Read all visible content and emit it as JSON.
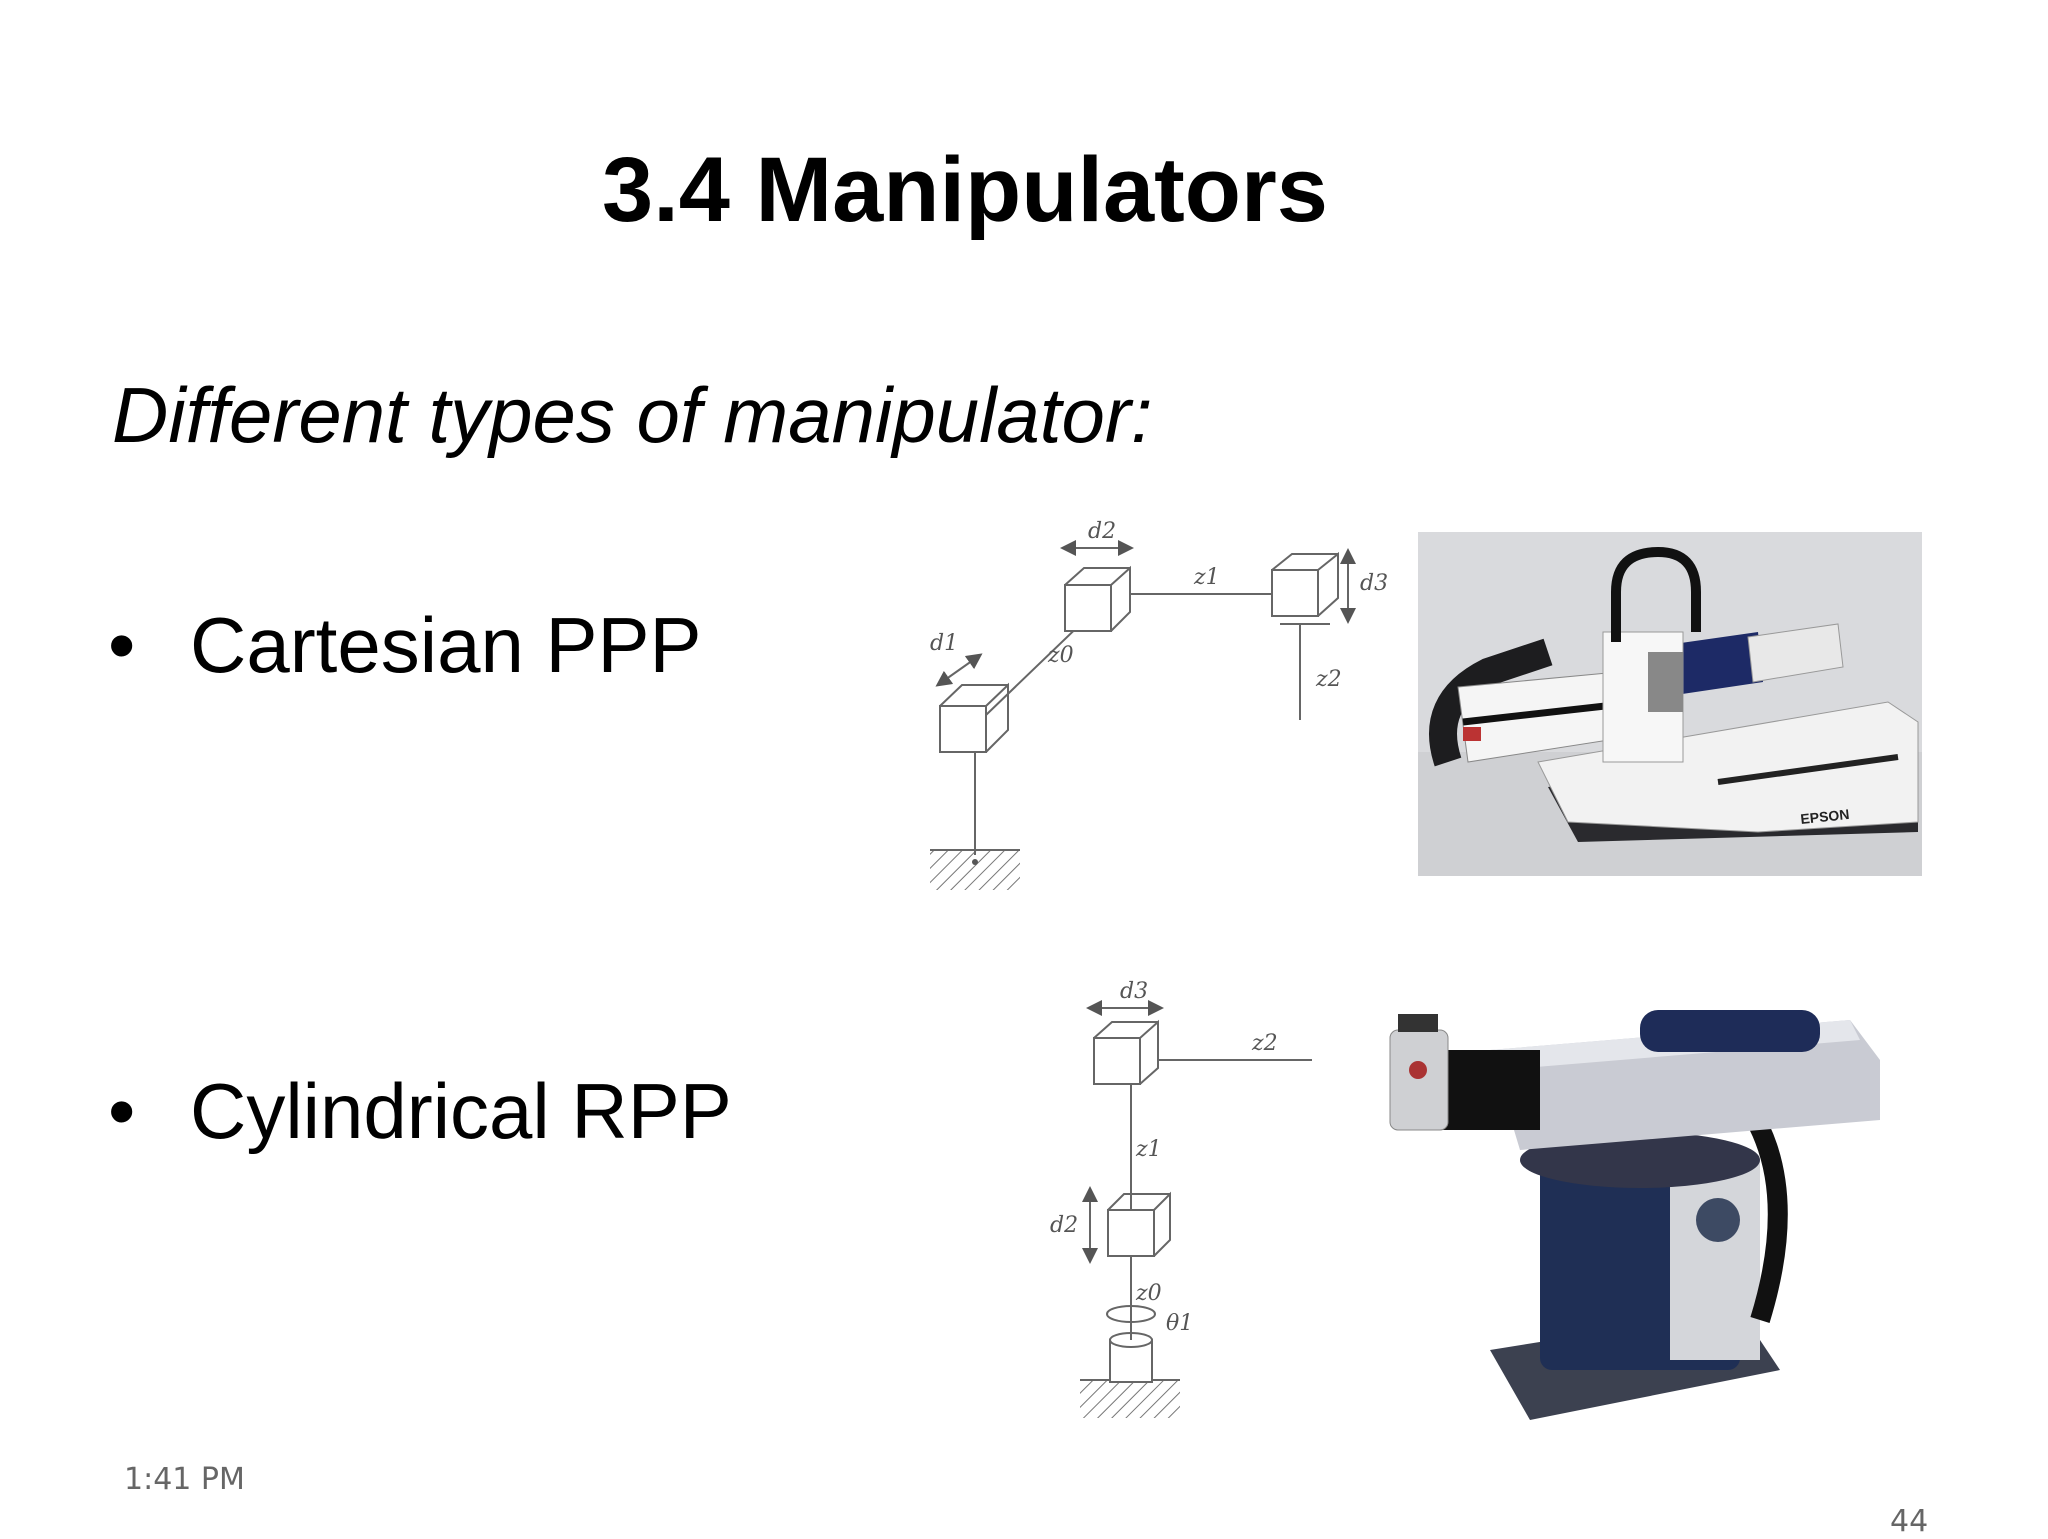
{
  "slide": {
    "title": "3.4 Manipulators",
    "subtitle": "Different types of manipulator:",
    "bullets": [
      {
        "marker": "•",
        "label": "Cartesian PPP"
      },
      {
        "marker": "•",
        "label": "Cylindrical RPP"
      }
    ],
    "cartesian_diagram": {
      "labels": [
        "d2",
        "z1",
        "d3",
        "d1",
        "z0",
        "z2"
      ]
    },
    "cylindrical_diagram": {
      "labels": [
        "d3",
        "z2",
        "z1",
        "d2",
        "z0",
        "θ1"
      ]
    },
    "cartesian_photo": {
      "logo_text": "EPSON"
    }
  },
  "footer": {
    "time": "1:41 PM",
    "page_number": "44"
  }
}
